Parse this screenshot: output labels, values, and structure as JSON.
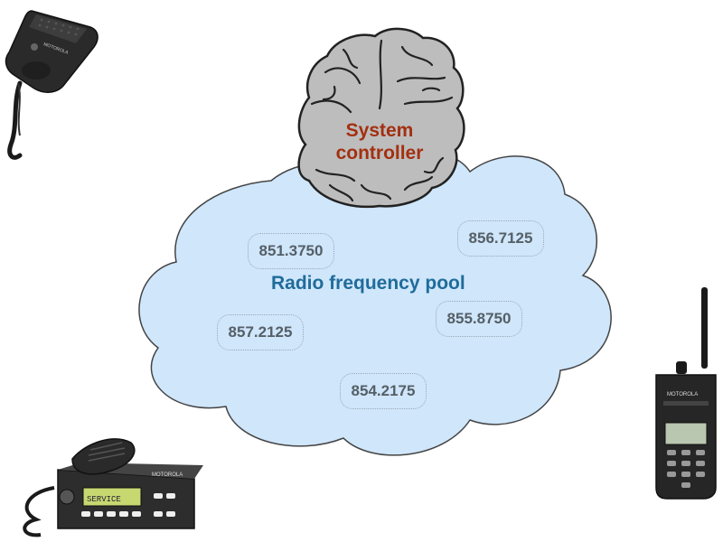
{
  "controller": {
    "line1": "System",
    "line2": "controller"
  },
  "pool": {
    "label": "Radio frequency pool"
  },
  "frequencies": [
    "851.3750",
    "856.7125",
    "855.8750",
    "857.2125",
    "854.2175"
  ],
  "colors": {
    "cloud_fill": "#cfe6fb",
    "cloud_stroke": "#444444",
    "pool_label": "#1f6c9a",
    "controller_label": "#a33010",
    "frequency_text": "#555f66",
    "brain_fill": "#bdbdbd"
  },
  "icons": [
    "handheld-microphone-icon",
    "brain-icon",
    "mobile-radio-icon",
    "walkie-talkie-icon"
  ],
  "device_brand": "MOTOROLA",
  "mobile_radio_display": "SERVICE"
}
